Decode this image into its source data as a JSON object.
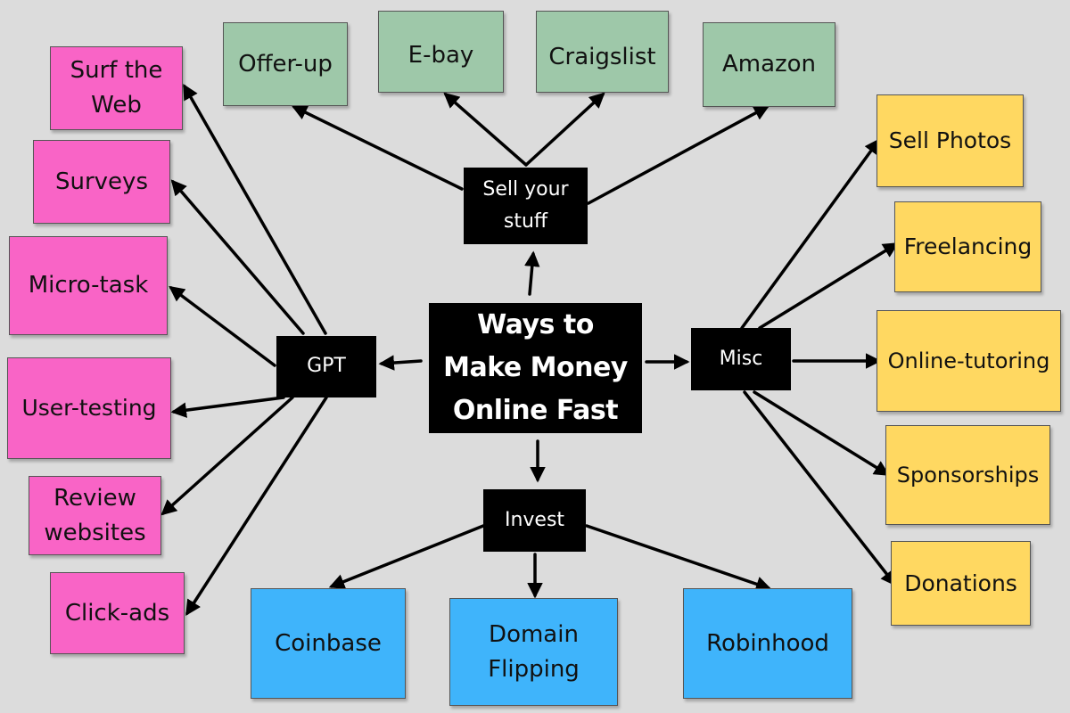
{
  "title": "Ways to\nMake Money\nOnline Fast",
  "categories": {
    "sell": "Sell your\nstuff",
    "gpt": "GPT",
    "misc": "Misc",
    "invest": "Invest"
  },
  "gpt_items": [
    "Surf the\nWeb",
    "Surveys",
    "Micro-task",
    "User-testing",
    "Review\nwebsites",
    "Click-ads"
  ],
  "sell_items": [
    "Offer-up",
    "E-bay",
    "Craigslist",
    "Amazon"
  ],
  "misc_items": [
    "Sell Photos",
    "Freelancing",
    "Online-tutoring",
    "Sponsorships",
    "Donations"
  ],
  "invest_items": [
    "Coinbase",
    "Domain\nFlipping",
    "Robinhood"
  ],
  "colors": {
    "background": "#dcdcdc",
    "gpt": "#f964c6",
    "sell": "#9ec8a9",
    "misc": "#ffd861",
    "invest": "#3fb4fb",
    "category": "#000000",
    "arrow": "#000000"
  }
}
